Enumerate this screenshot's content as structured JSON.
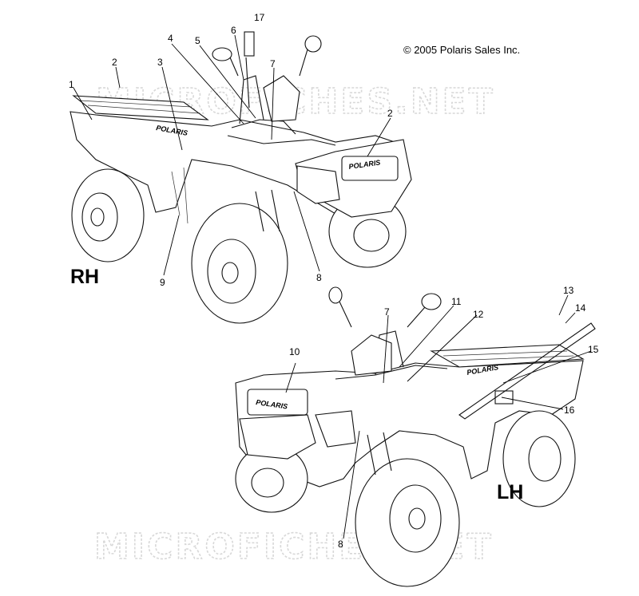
{
  "copyright": "© 2005 Polaris Sales Inc.",
  "watermark": "MICROFICHES.NET",
  "views": {
    "rh": {
      "label": "RH",
      "badge_side": "POLARIS",
      "badge_grille": "POLARIS",
      "callouts": [
        "1",
        "2",
        "3",
        "4",
        "5",
        "6",
        "17",
        "7",
        "2",
        "8",
        "9"
      ]
    },
    "lh": {
      "label": "LH",
      "badge_grille": "POLARIS",
      "badge_side": "POLARIS",
      "callouts": [
        "10",
        "7",
        "11",
        "12",
        "13",
        "14",
        "15",
        "16",
        "8"
      ]
    }
  }
}
